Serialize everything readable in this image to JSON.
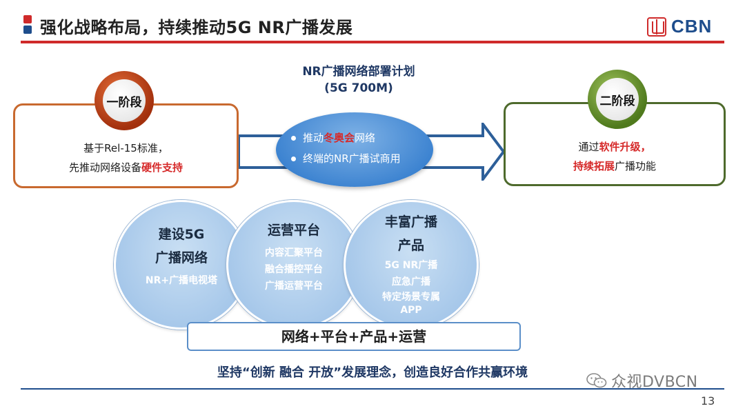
{
  "header": {
    "title": "强化战略布局，持续推动5G NR广播发展",
    "logo_text": "CBN",
    "colors": {
      "red": "#cf2a2a",
      "blue": "#1e4d8c"
    }
  },
  "plan": {
    "title_line1": "NR广播网络部署计划",
    "title_line2": "(5G 700M)"
  },
  "phase1": {
    "badge": "一阶段",
    "line1": "基于Rel-15标准，",
    "line2_normal": "先推动网络设备",
    "line2_emphasis": "硬件支持"
  },
  "center": {
    "item1_prefix": "推动",
    "item1_emphasis": "冬奥会",
    "item1_suffix": "网络",
    "item2": "终端的NR广播试商用"
  },
  "phase2": {
    "badge": "二阶段",
    "line1_normal": "通过",
    "line1_emphasis": "软件升级，",
    "line2_emphasis": "持续拓展",
    "line2_normal": "广播功能"
  },
  "circles": [
    {
      "title_lines": [
        "建设5G",
        "广播网络"
      ],
      "items": [
        "NR+广播电视塔"
      ]
    },
    {
      "title_lines": [
        "运营平台"
      ],
      "items": [
        "内容汇聚平台",
        "融合播控平台",
        "广播运营平台"
      ]
    },
    {
      "title_lines": [
        "丰富广播",
        "产品"
      ],
      "items": [
        "5G NR广播",
        "应急广播",
        "特定场景专属",
        "APP"
      ]
    }
  ],
  "pillars": "网络+平台+产品+运营",
  "bottom": {
    "statement": "坚持“创新 融合 开放”发展理念，创造良好合作共赢环境",
    "watermark": "众视DVBCN",
    "page_number": "13"
  }
}
